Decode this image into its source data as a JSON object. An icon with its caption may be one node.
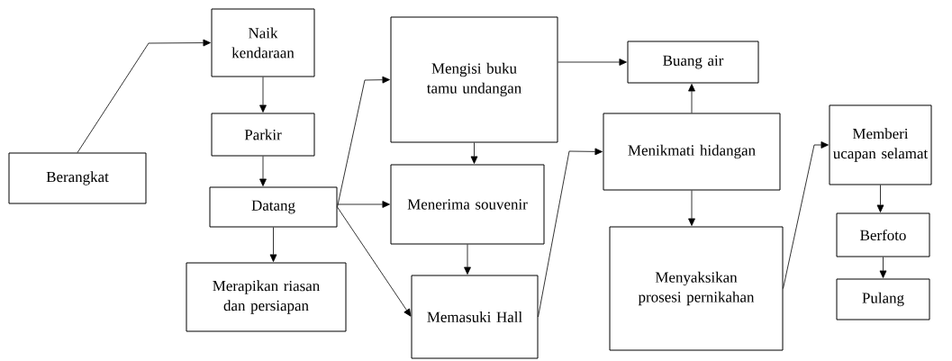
{
  "diagram": {
    "nodes": [
      {
        "text": [
          "Berangkat"
        ]
      },
      {
        "text": [
          "Naik kendaraan"
        ]
      },
      {
        "text": [
          "Parkir"
        ]
      },
      {
        "text": [
          "Datang"
        ]
      },
      {
        "text": [
          "Merapikan riasan dan persiapan"
        ]
      },
      {
        "text": [
          "Mengisi buku tamu undangan"
        ]
      },
      {
        "text": [
          "Menerima souvenir"
        ]
      },
      {
        "text": [
          "Memasuki Hall"
        ]
      },
      {
        "text": [
          "Buang air"
        ]
      },
      {
        "text": [
          "Menikmati hidangan"
        ]
      },
      {
        "text": [
          "Menyaksikan prosesi pernikahan"
        ]
      },
      {
        "text": [
          "Memberi ucapan selamat"
        ]
      },
      {
        "text": [
          "Berfoto"
        ]
      },
      {
        "text": [
          "Pulang"
        ]
      }
    ],
    "edges": [
      {
        "from": 0,
        "to": 1,
        "arrow": "to"
      },
      {
        "from": 1,
        "to": 2,
        "arrow": "to"
      },
      {
        "from": 2,
        "to": 3,
        "arrow": "to"
      },
      {
        "from": 3,
        "to": 4,
        "arrow": "to"
      },
      {
        "from": 3,
        "to": 5,
        "arrow": "to"
      },
      {
        "from": 3,
        "to": 6,
        "arrow": "to"
      },
      {
        "from": 3,
        "to": 7,
        "arrow": "to"
      },
      {
        "from": 5,
        "to": 6,
        "arrow": "to"
      },
      {
        "from": 6,
        "to": 7,
        "arrow": "to"
      },
      {
        "from": 7,
        "to": 9,
        "arrow": "to"
      },
      {
        "from": 5,
        "to": 8,
        "arrow": "to"
      },
      {
        "from": 9,
        "to": 8,
        "arrow": "to"
      },
      {
        "from": 9,
        "to": 10,
        "arrow": "to"
      },
      {
        "from": 10,
        "to": 11,
        "arrow": "to"
      },
      {
        "from": 11,
        "to": 12,
        "arrow": "to"
      },
      {
        "from": 12,
        "to": 13,
        "arrow": "to"
      }
    ]
  }
}
